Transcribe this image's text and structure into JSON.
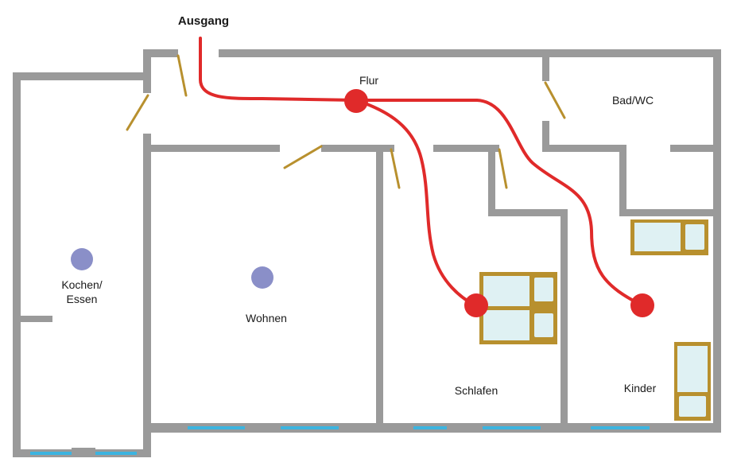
{
  "title": "Ausgang",
  "rooms": [
    {
      "id": "flur",
      "label": "Flur"
    },
    {
      "id": "bad",
      "label": "Bad/WC"
    },
    {
      "id": "kochen_line1",
      "label": "Kochen/"
    },
    {
      "id": "kochen_line2",
      "label": "Essen"
    },
    {
      "id": "wohnen",
      "label": "Wohnen"
    },
    {
      "id": "schlafen",
      "label": "Schlafen"
    },
    {
      "id": "kinder",
      "label": "Kinder"
    }
  ],
  "colors": {
    "wall": "#9a9a9a",
    "window": "#3cb4e0",
    "door": "#b8902e",
    "route": "#e02a2a",
    "marker_blue": "#8a8fc8",
    "bed_sheet": "#dff1f3"
  }
}
